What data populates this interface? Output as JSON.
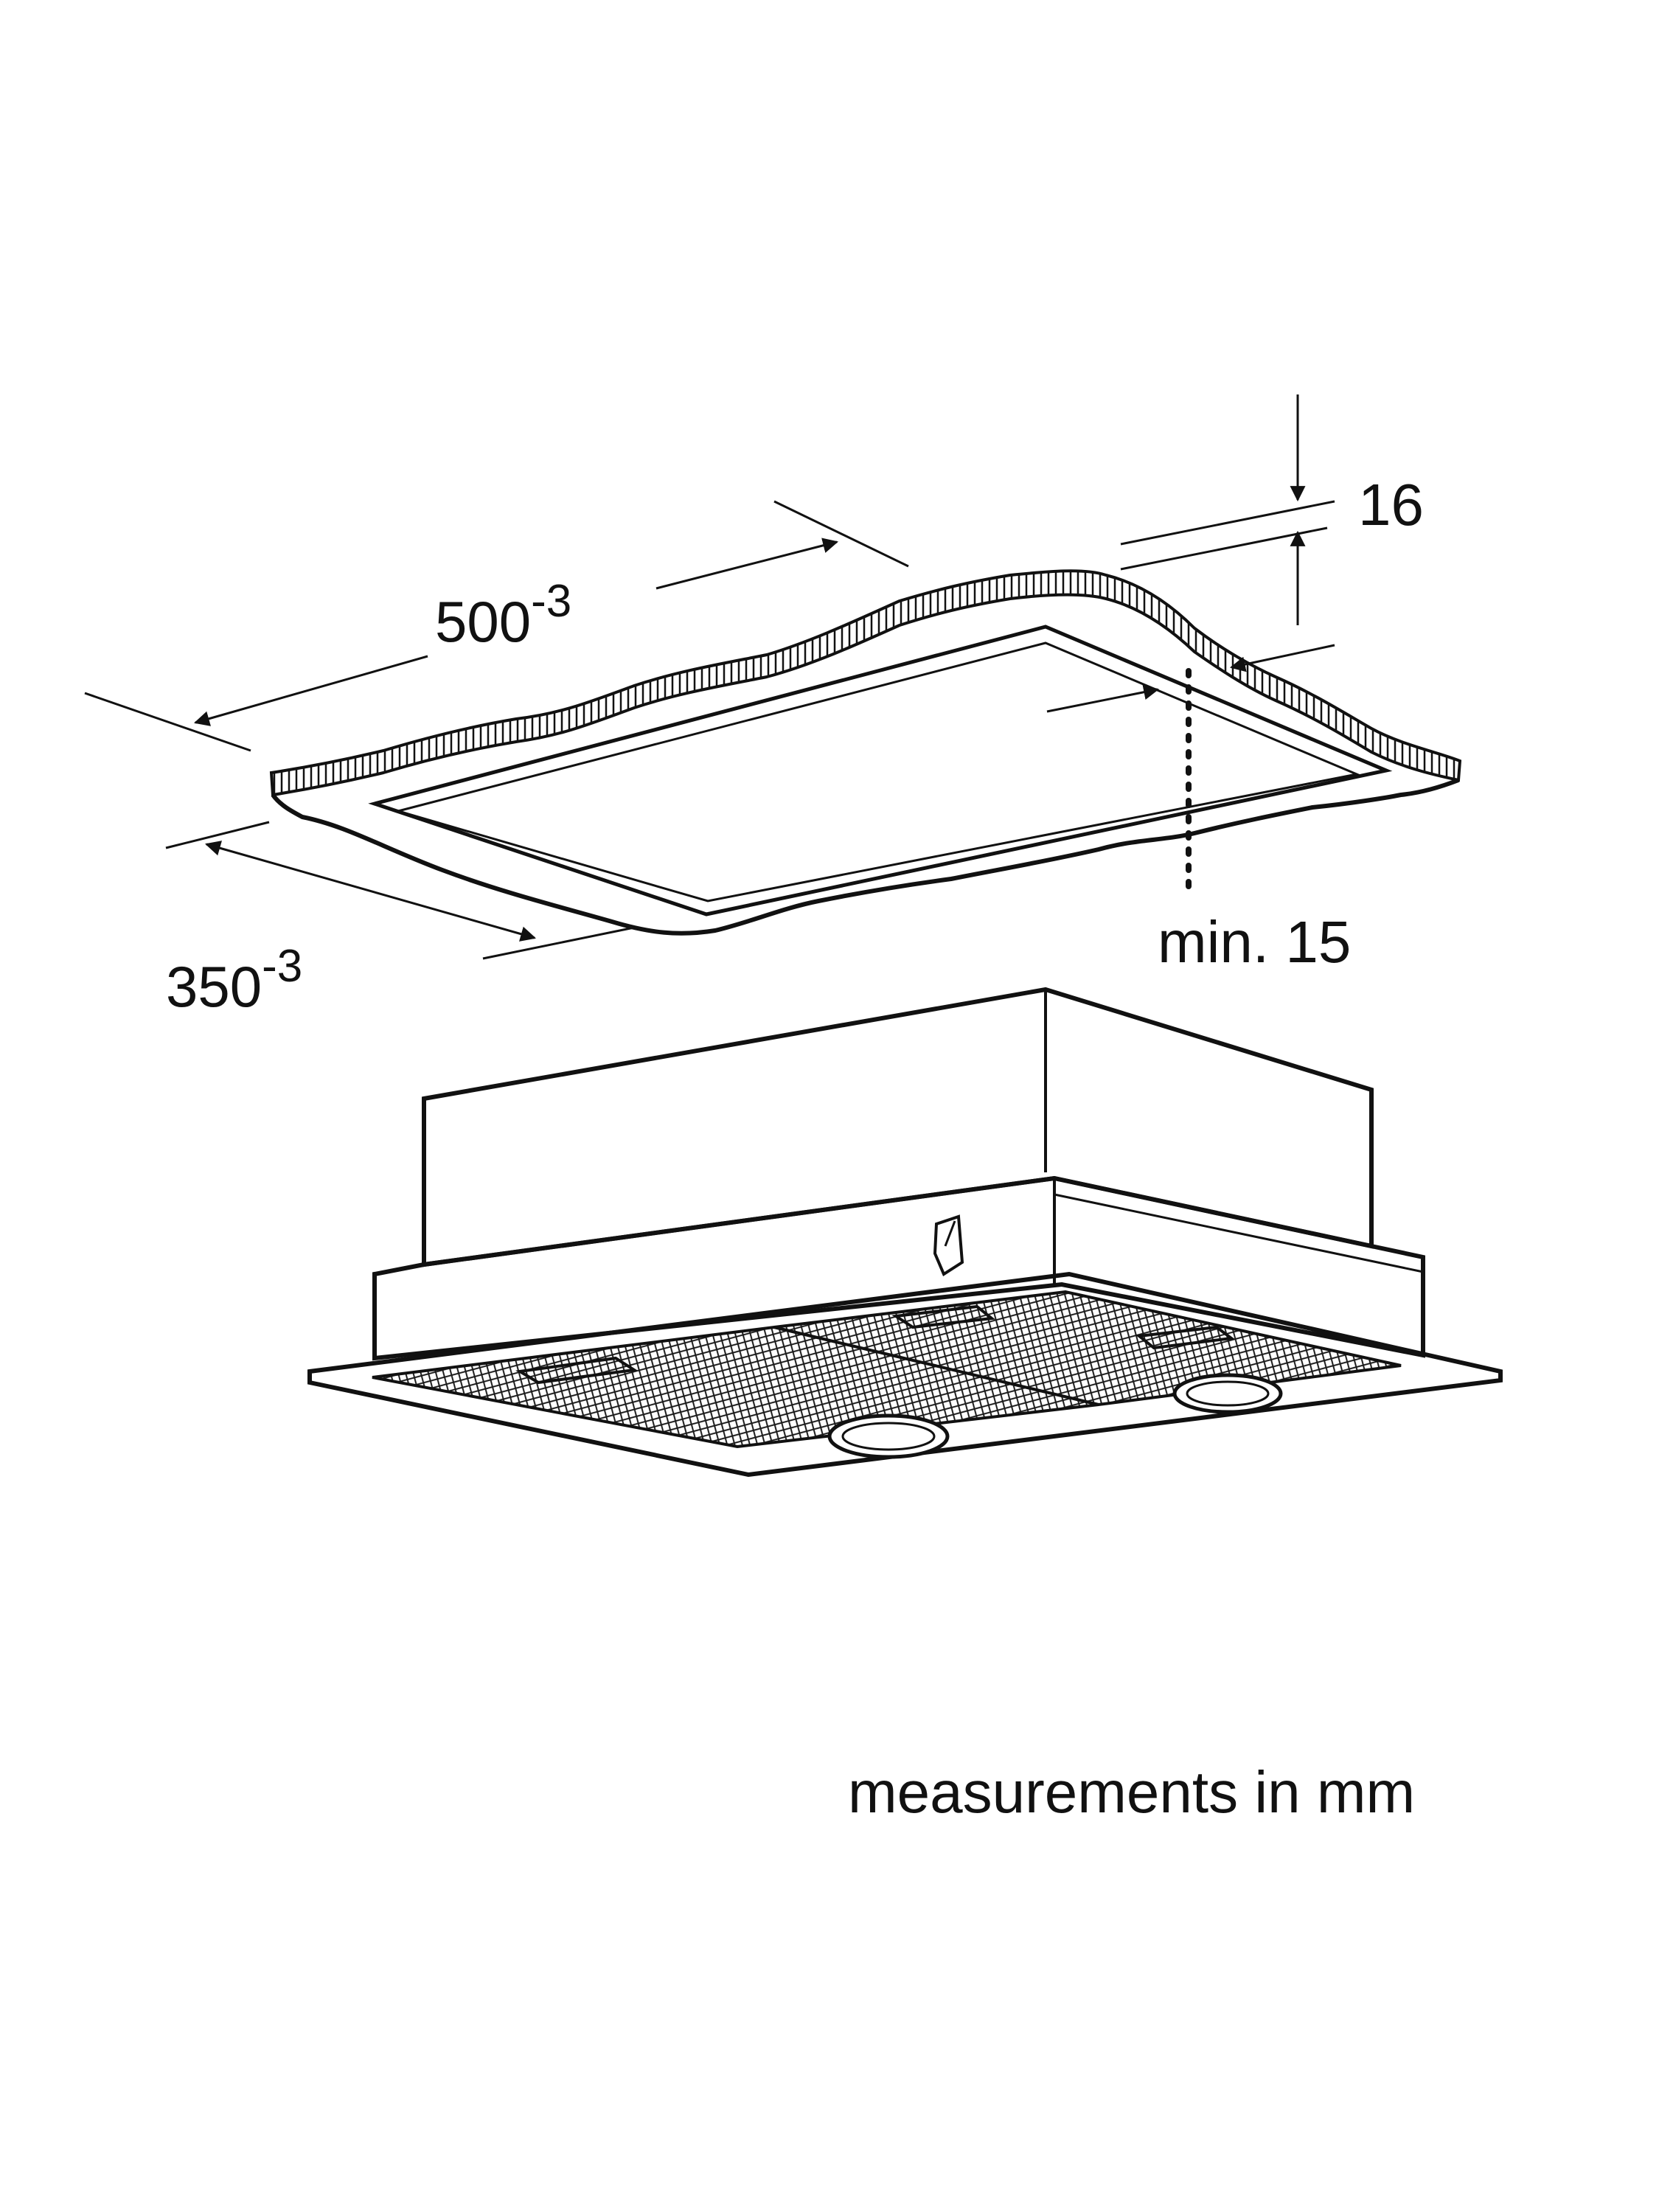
{
  "diagram": {
    "colors": {
      "line": "#111111",
      "background": "#ffffff",
      "filter_mesh": "#1a1a1a"
    },
    "dimensions": {
      "width": {
        "value": "500",
        "tolerance": "-3"
      },
      "depth": {
        "value": "350",
        "tolerance": "-3"
      },
      "panel_thickness": {
        "value": "16"
      },
      "min_clearance": {
        "text": "min. 15"
      }
    },
    "footer_note": "measurements in mm"
  }
}
